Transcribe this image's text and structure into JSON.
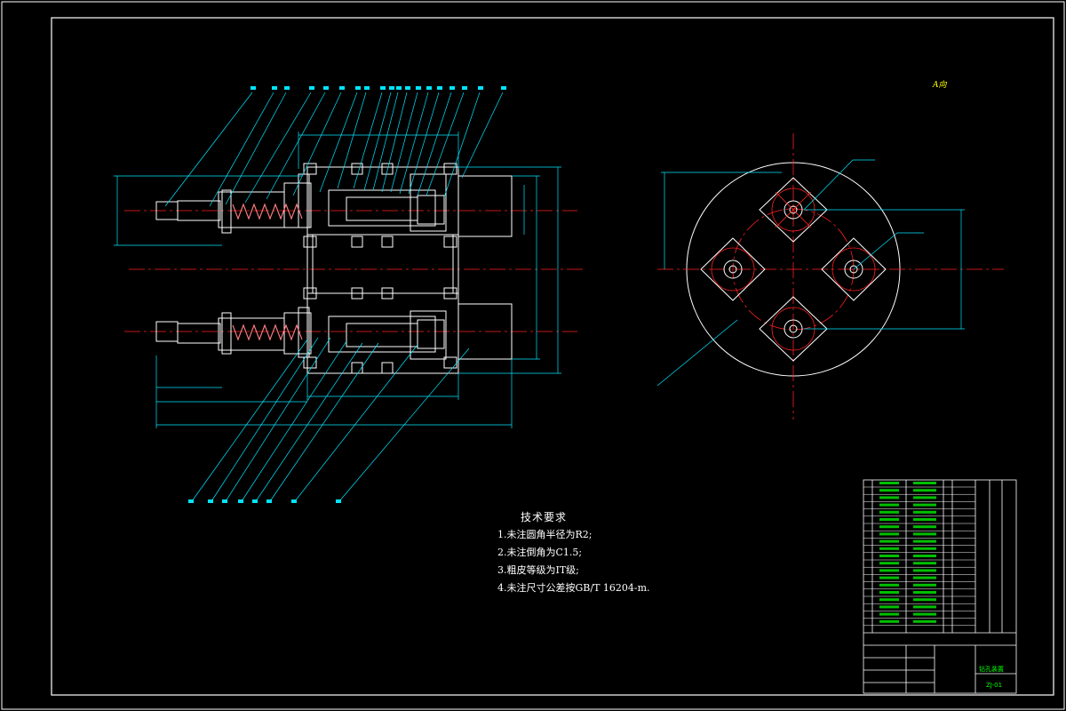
{
  "drawing": {
    "palette": {
      "background": "#000000",
      "frame": "#ffffff",
      "outline": "#ffffff",
      "centerline": "#ff2020",
      "leader": "#00e5ff",
      "dimension": "#00e5ff",
      "table_text": "#00ff00",
      "view_mark": "#ffff00"
    },
    "view_mark": "A向"
  },
  "tech_requirements": {
    "title": "技术要求",
    "items": [
      "1.未注圆角半径为R2;",
      "2.未注倒角为C1.5;",
      "3.粗皮等级为IT级;",
      "4.未注尺寸公差按GB/T 16204-m."
    ]
  },
  "title_block": {
    "drawing_name": "钻孔装置",
    "drawing_code": "ZJ-01"
  }
}
